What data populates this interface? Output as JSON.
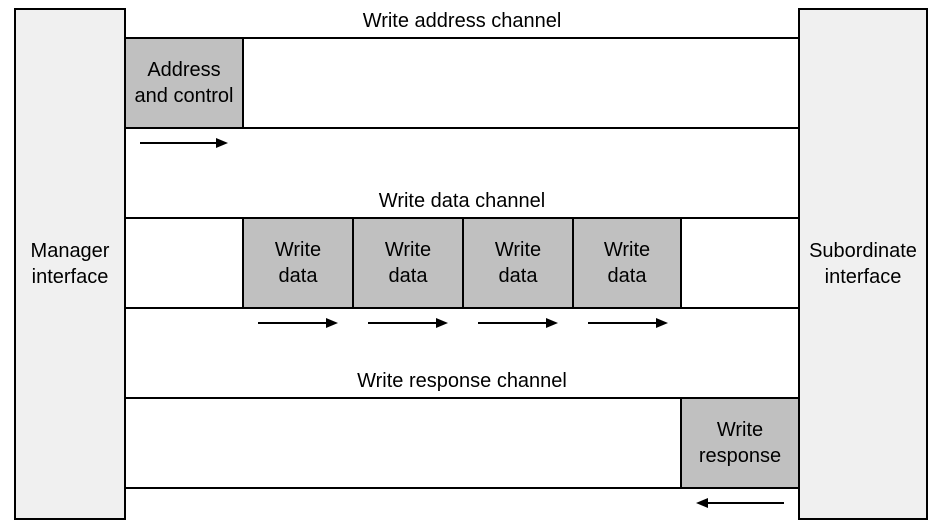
{
  "manager": {
    "label": "Manager\ninterface"
  },
  "subordinate": {
    "label": "Subordinate\ninterface"
  },
  "address_channel": {
    "title": "Write address channel",
    "beat": "Address\nand control"
  },
  "data_channel": {
    "title": "Write data channel",
    "beats": [
      "Write\ndata",
      "Write\ndata",
      "Write\ndata",
      "Write\ndata"
    ]
  },
  "response_channel": {
    "title": "Write response channel",
    "beat": "Write\nresponse"
  },
  "colors": {
    "interface_fill": "#f0f0f0",
    "beat_fill": "#c0c0c0",
    "line": "#000000"
  }
}
